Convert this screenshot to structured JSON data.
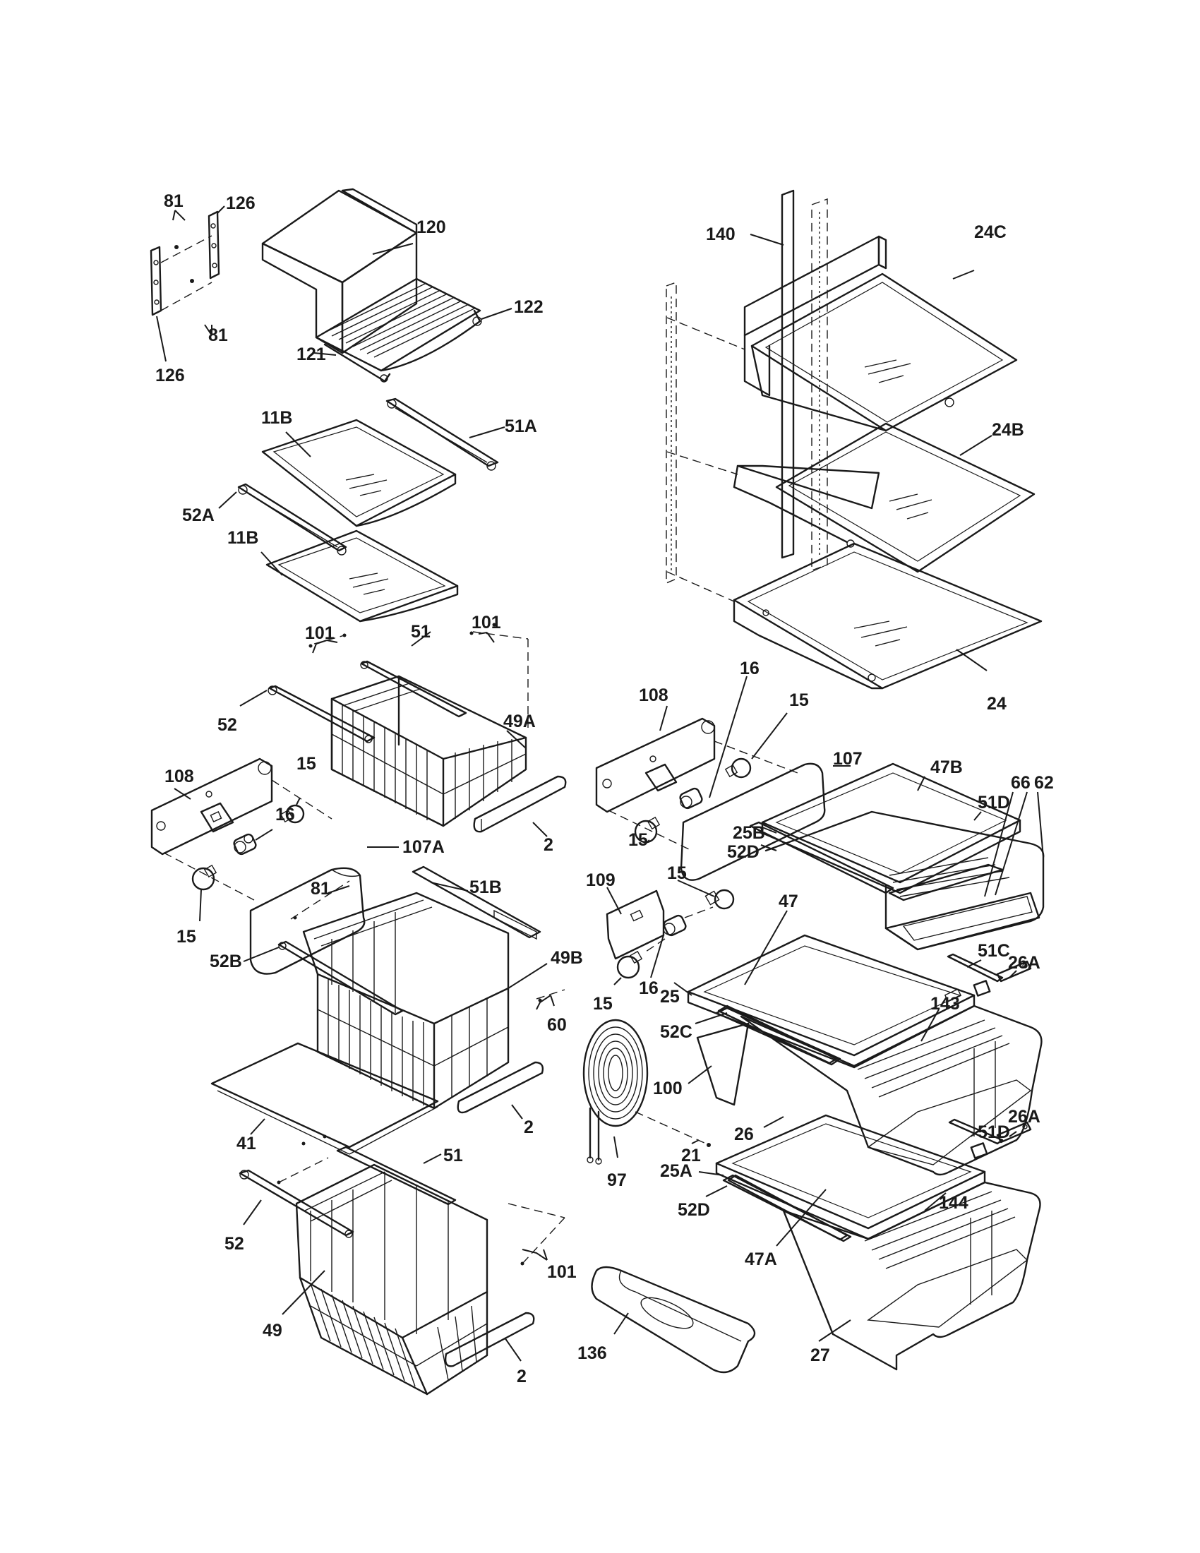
{
  "diagram": {
    "callouts": {
      "c81a": "81",
      "c126a": "126",
      "c120": "120",
      "c122": "122",
      "c81b": "81",
      "c121": "121",
      "c126b": "126",
      "c140": "140",
      "c24C": "24C",
      "c24B": "24B",
      "c24": "24",
      "c11Ba": "11B",
      "c51A": "51A",
      "c52A": "52A",
      "c11Bb": "11B",
      "c101a": "101",
      "c51a": "51",
      "c101b": "101",
      "c52a": "52",
      "c49A": "49A",
      "c108a": "108",
      "c15a": "15",
      "c16a": "16",
      "c107A": "107A",
      "c2a": "2",
      "c15b": "15",
      "c108b": "108",
      "c16b": "16",
      "c15c": "15",
      "c107": "107",
      "c47B": "47B",
      "c51Da": "51D",
      "c62": "62",
      "c66": "66",
      "c15d": "15",
      "c25B": "25B",
      "c52Da": "52D",
      "c47": "47",
      "c81c": "81",
      "c51B": "51B",
      "c109": "109",
      "c15e": "15",
      "c49B": "49B",
      "c52B": "52B",
      "c16c": "16",
      "c15f": "15",
      "c25": "25",
      "c26Aa": "26A",
      "c51C": "51C",
      "c143": "143",
      "c60": "60",
      "c52C": "52C",
      "c100": "100",
      "c2b": "2",
      "c26": "26",
      "c41": "41",
      "c21": "21",
      "c26Ab": "26A",
      "c51Db": "51D",
      "c51b": "51",
      "c97": "97",
      "c25A": "25A",
      "c144": "144",
      "c52b": "52",
      "c52Db": "52D",
      "c47A": "47A",
      "c101c": "101",
      "c49": "49",
      "c136": "136",
      "c27": "27",
      "c2c": "2"
    }
  }
}
